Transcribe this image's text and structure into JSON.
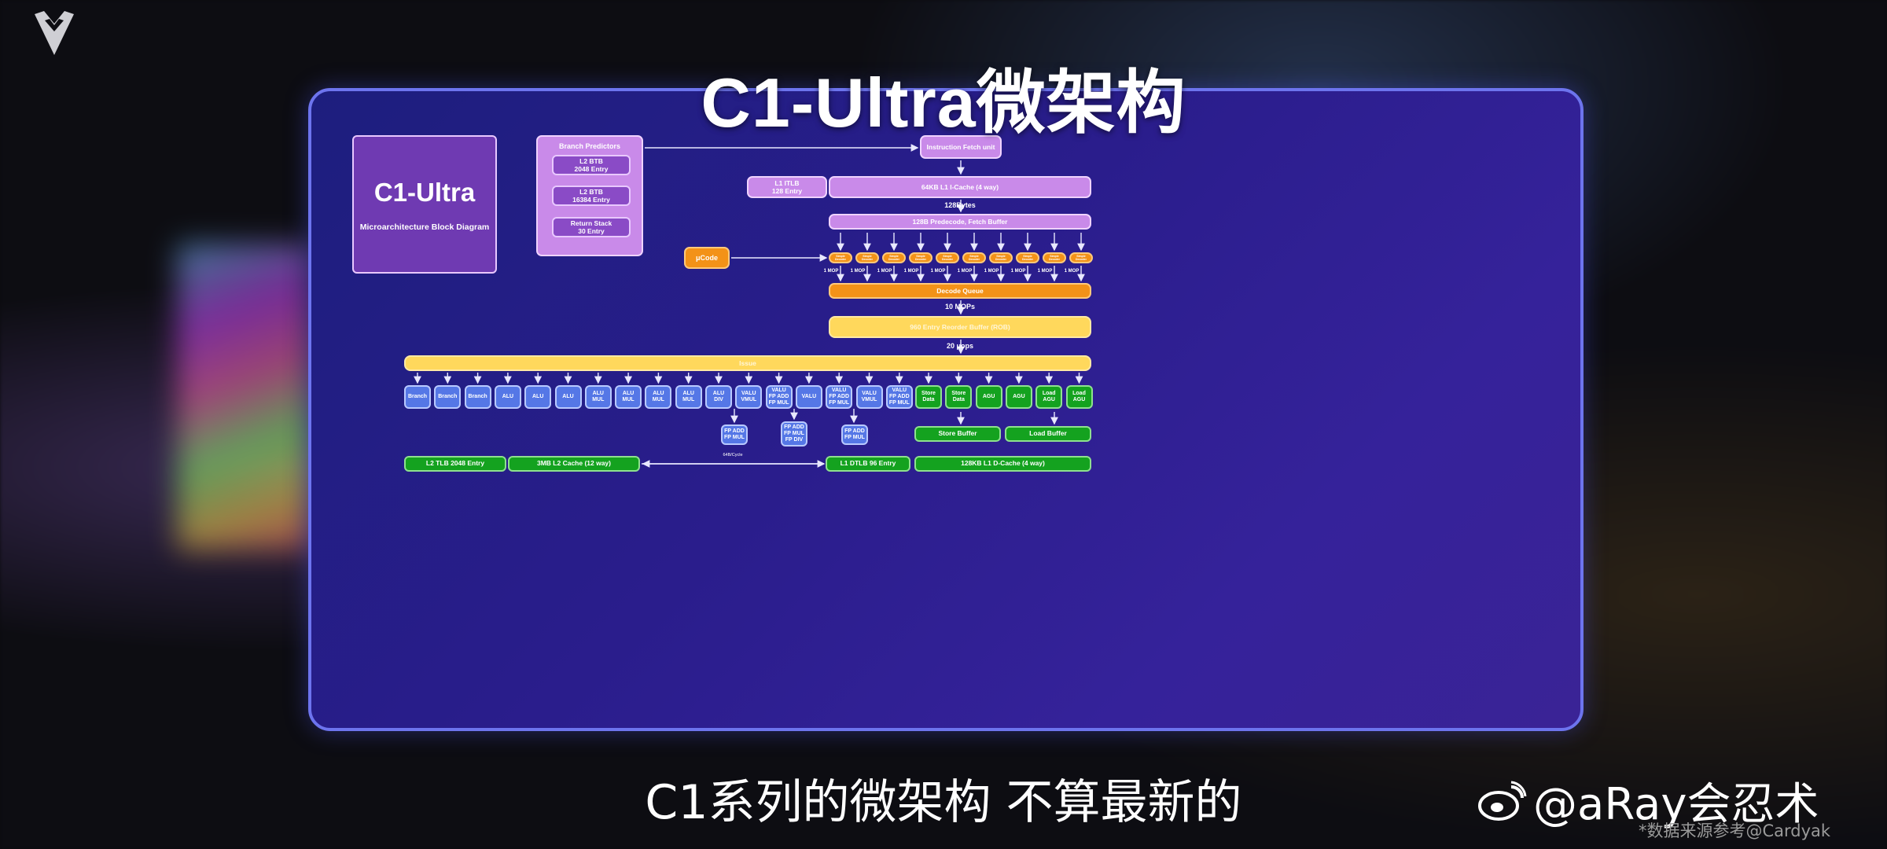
{
  "title": "C1-Ultra微架构",
  "subtitle": "C1系列的微架构 不算最新的",
  "watermark": "@aRay会忍术",
  "source": "*数据来源参考@Cardyak",
  "diagram": {
    "main_title": "C1-Ultra",
    "main_caption": "Microarchitecture Block Diagram",
    "branch": {
      "title": "Branch Predictors",
      "items": [
        "L2 BTB\n2048 Entry",
        "L2 BTB\n16384 Entry",
        "Return Stack\n30 Entry"
      ]
    },
    "fetch_unit": "Instruction Fetch unit",
    "itlb": "L1 ITLB\n128 Entry",
    "icache": "64KB L1 I-Cache (4 way)",
    "bytes_128": "128Bytes",
    "predecode": "128B Predecode, Fetch Buffer",
    "ucode": "μCode",
    "decoder_label": "Simple\nDecoder",
    "mop_label": "1 MOP",
    "decode_queue": "Decode Queue",
    "mops_10": "10 MOPs",
    "rob": "960 Entry Reorder Buffer (ROB)",
    "uops_20": "20 μops",
    "issue": "Issue",
    "units": [
      "Branch",
      "Branch",
      "Branch",
      "ALU",
      "ALU",
      "ALU",
      "ALU\nMUL",
      "ALU\nMUL",
      "ALU\nMUL",
      "ALU\nMUL",
      "ALU\nDIV",
      "VALU\nVMUL",
      "VALU\nFP ADD\nFP MUL",
      "VALU",
      "VALU\nFP ADD\nFP MUL",
      "VALU\nVMUL",
      "VALU\nFP ADD\nFP MUL"
    ],
    "mem_units": [
      "Store\nData",
      "Store\nData",
      "AGU",
      "AGU",
      "Load\nAGU",
      "Load\nAGU"
    ],
    "fp_units": [
      "FP ADD\nFP MUL",
      "FP ADD\nFP MUL\nFP DIV",
      "FP ADD\nFP MUL"
    ],
    "store_buffer": "Store Buffer",
    "load_buffer": "Load Buffer",
    "l2_tlb": "L2 TLB 2048 Entry",
    "l2_cache": "3MB L2 Cache (12 way)",
    "bandwidth": "64B/Cycle",
    "l1_dtlb": "L1 DTLB 96 Entry",
    "l1_dcache": "128KB L1 D-Cache (4 way)"
  },
  "icons": [
    "logo-icon",
    "weibo-icon"
  ]
}
